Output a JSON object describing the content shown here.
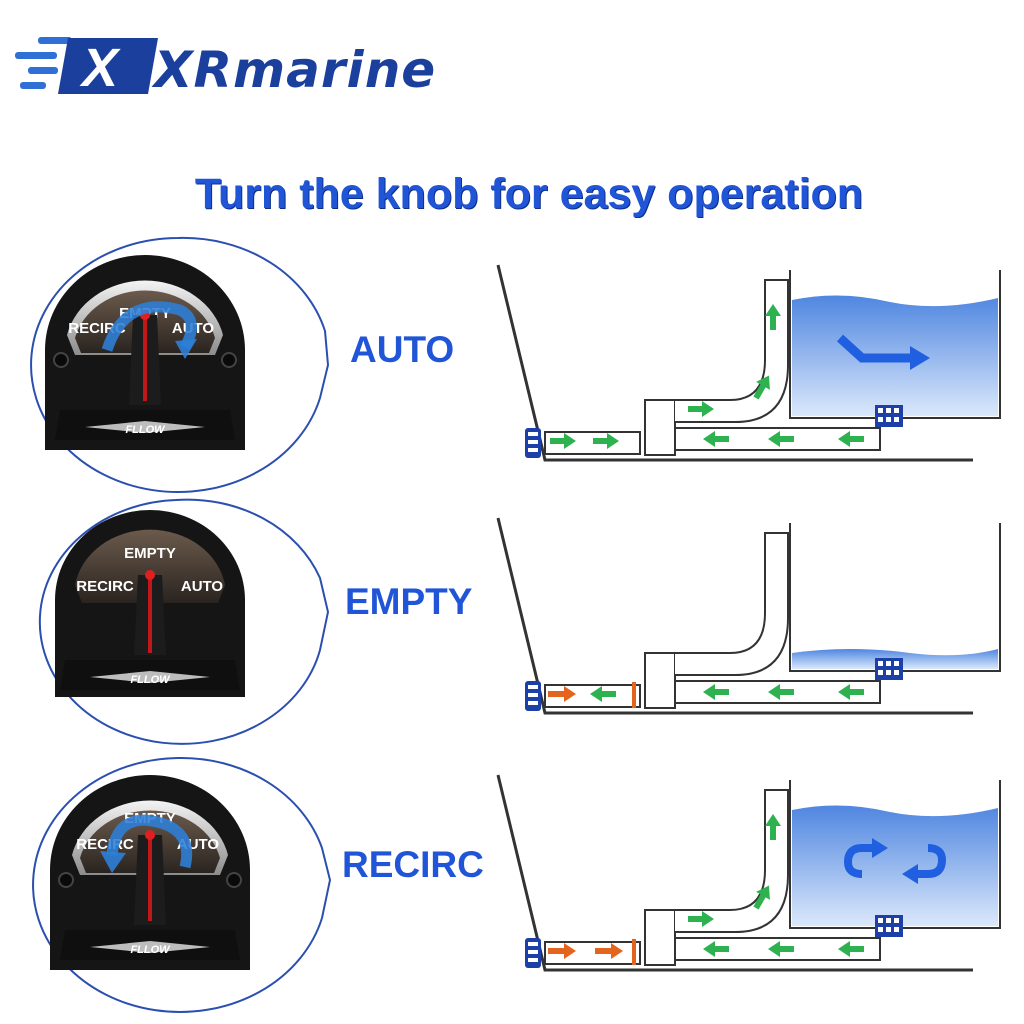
{
  "brand": {
    "name_mark": "X",
    "name_text": "XRmarine"
  },
  "heading": "Turn the knob for easy operation",
  "modes": [
    {
      "label": "AUTO",
      "knob": {
        "top": "EMPTY",
        "left": "RECIRC",
        "right": "AUTO",
        "maker": "FLLOW"
      },
      "pump_state": "auto",
      "icon": "bent-arrow-icon"
    },
    {
      "label": "EMPTY",
      "knob": {
        "top": "EMPTY",
        "left": "RECIRC",
        "right": "AUTO",
        "maker": "FLLOW"
      },
      "pump_state": "empty",
      "icon": "none"
    },
    {
      "label": "RECIRC",
      "knob": {
        "top": "EMPTY",
        "left": "RECIRC",
        "right": "AUTO",
        "maker": "FLLOW"
      },
      "pump_state": "recirc",
      "icon": "circulate-arrows-icon"
    }
  ],
  "colors": {
    "brand_blue": "#1b3f9c",
    "heading_blue": "#1f55d6",
    "water_blue": "#5f93e6",
    "flow_green": "#2db24f",
    "flow_orange": "#e5641d"
  }
}
